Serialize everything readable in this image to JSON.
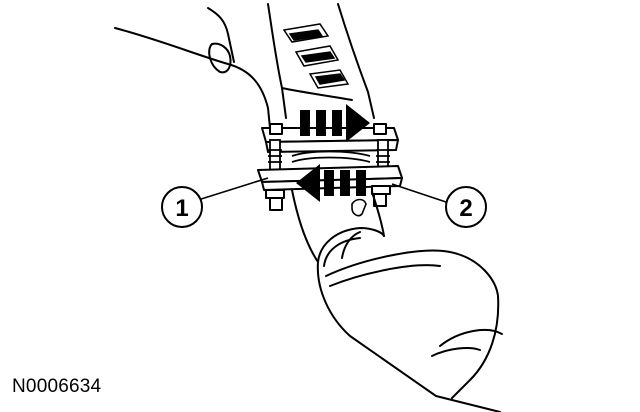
{
  "diagram": {
    "callouts": [
      {
        "number": "1"
      },
      {
        "number": "2"
      }
    ],
    "arrows": [
      {
        "direction": "right"
      },
      {
        "direction": "left"
      }
    ]
  },
  "figure_id": "N0006634",
  "colors": {
    "ink": "#000000",
    "paper": "#ffffff"
  }
}
